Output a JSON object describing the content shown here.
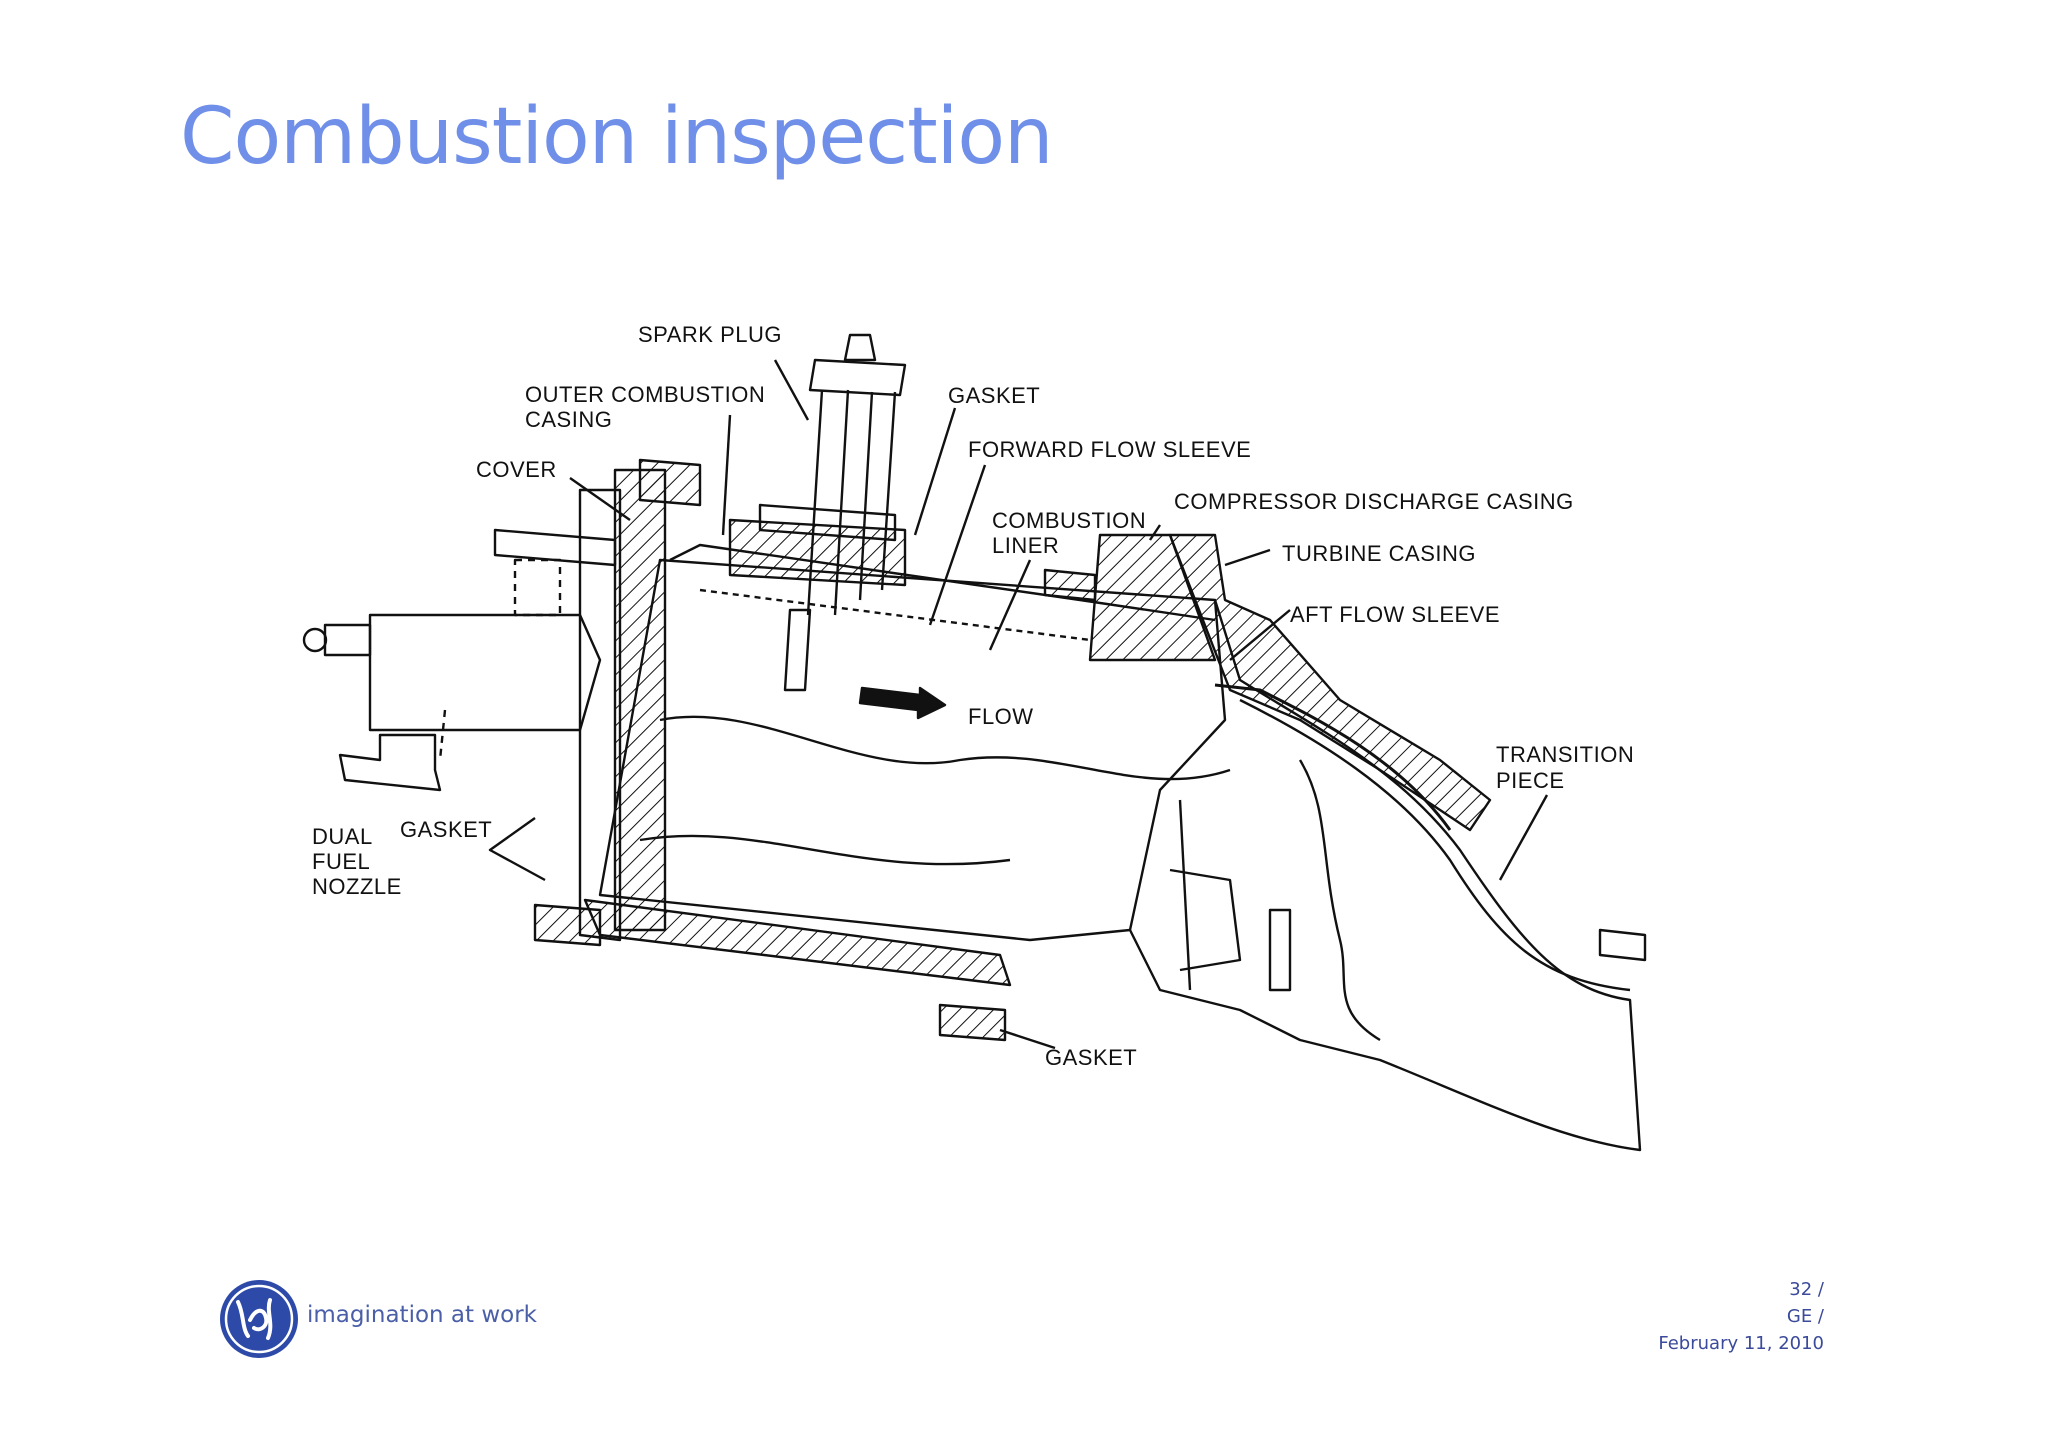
{
  "title": "Combustion inspection",
  "labels": {
    "spark_plug": "SPARK PLUG",
    "outer_casing_1": "OUTER COMBUSTION",
    "outer_casing_2": "CASING",
    "gasket_top": "GASKET",
    "cover": "COVER",
    "forward_flow_sleeve": "FORWARD FLOW SLEEVE",
    "combustion_liner_1": "COMBUSTION",
    "combustion_liner_2": "LINER",
    "compressor_discharge_casing": "COMPRESSOR DISCHARGE CASING",
    "turbine_casing": "TURBINE CASING",
    "aft_flow_sleeve": "AFT FLOW SLEEVE",
    "flow": "FLOW",
    "transition_piece_1": "TRANSITION",
    "transition_piece_2": "PIECE",
    "dual_fuel_nozzle_1": "DUAL",
    "dual_fuel_nozzle_2": "FUEL",
    "dual_fuel_nozzle_3": "NOZZLE",
    "gasket_left": "GASKET",
    "gasket_bottom": "GASKET"
  },
  "logo": {
    "tagline": "imagination at work",
    "brand_color": "#2e4aa8"
  },
  "footer": {
    "page": "32 /",
    "company": "GE /",
    "date": "February 11, 2010"
  },
  "colors": {
    "title": "#6f8fe8",
    "footer_text": "#3b4a9a"
  }
}
